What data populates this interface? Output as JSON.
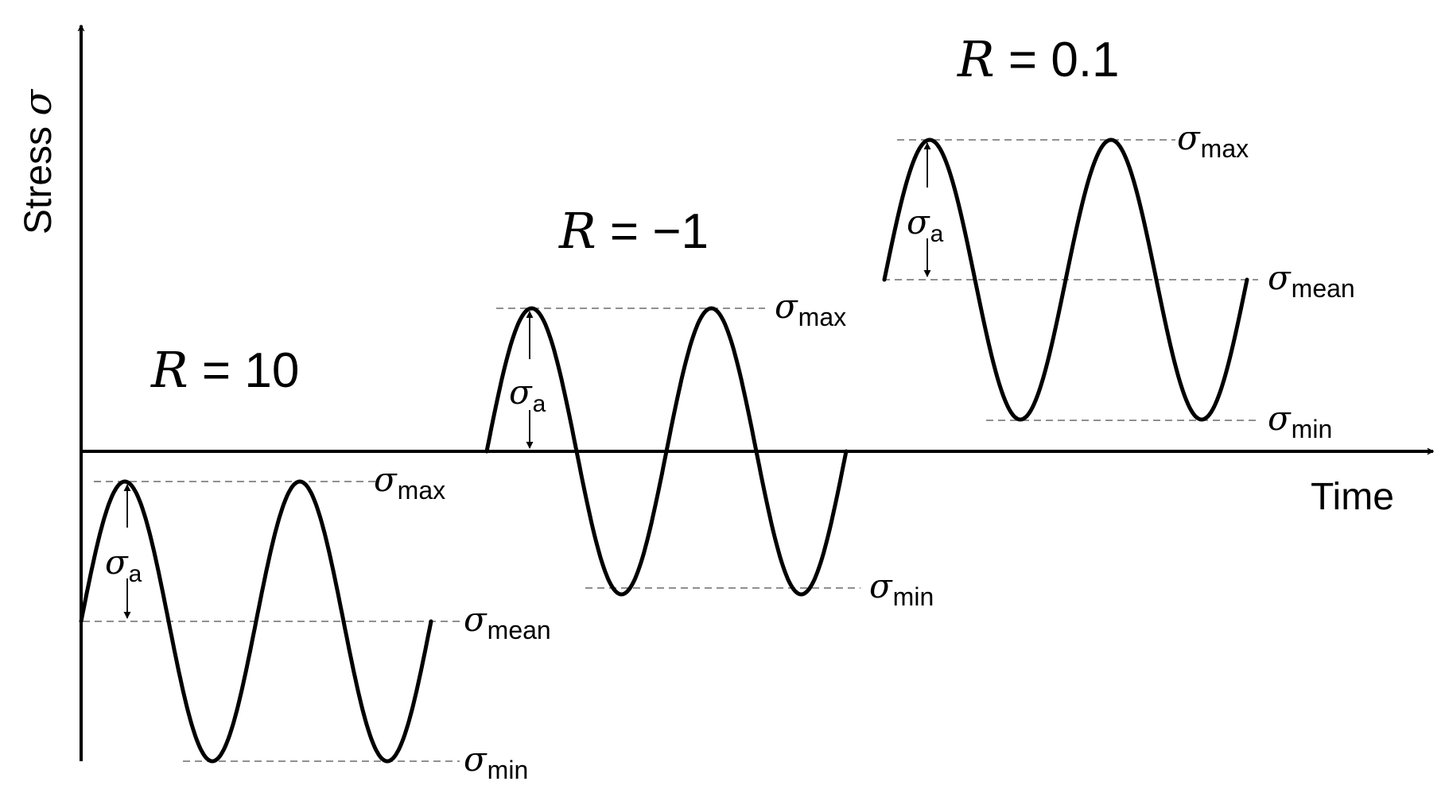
{
  "axes": {
    "y_label_prefix": "Stress ",
    "y_label_symbol": "σ",
    "x_label": "Time"
  },
  "symbols": {
    "sigma": "σ",
    "R": "R"
  },
  "groups": [
    {
      "id": "r10",
      "title_symbol": "R",
      "title_rest": " = 10",
      "sigma_max_sub": "max",
      "sigma_mean_sub": "mean",
      "sigma_min_sub": "min",
      "sigma_a_sub": "a",
      "cycles": 2
    },
    {
      "id": "rm1",
      "title_symbol": "R",
      "title_rest": " = −1",
      "sigma_max_sub": "max",
      "sigma_mean_sub": "",
      "sigma_min_sub": "min",
      "sigma_a_sub": "a",
      "cycles": 2
    },
    {
      "id": "r01",
      "title_symbol": "R",
      "title_rest": " = 0.1",
      "sigma_max_sub": "max",
      "sigma_mean_sub": "mean",
      "sigma_min_sub": "min",
      "sigma_a_sub": "a",
      "cycles": 2
    }
  ],
  "colors": {
    "ink": "#000000",
    "guide": "#6b6b6b",
    "background": "#ffffff"
  }
}
